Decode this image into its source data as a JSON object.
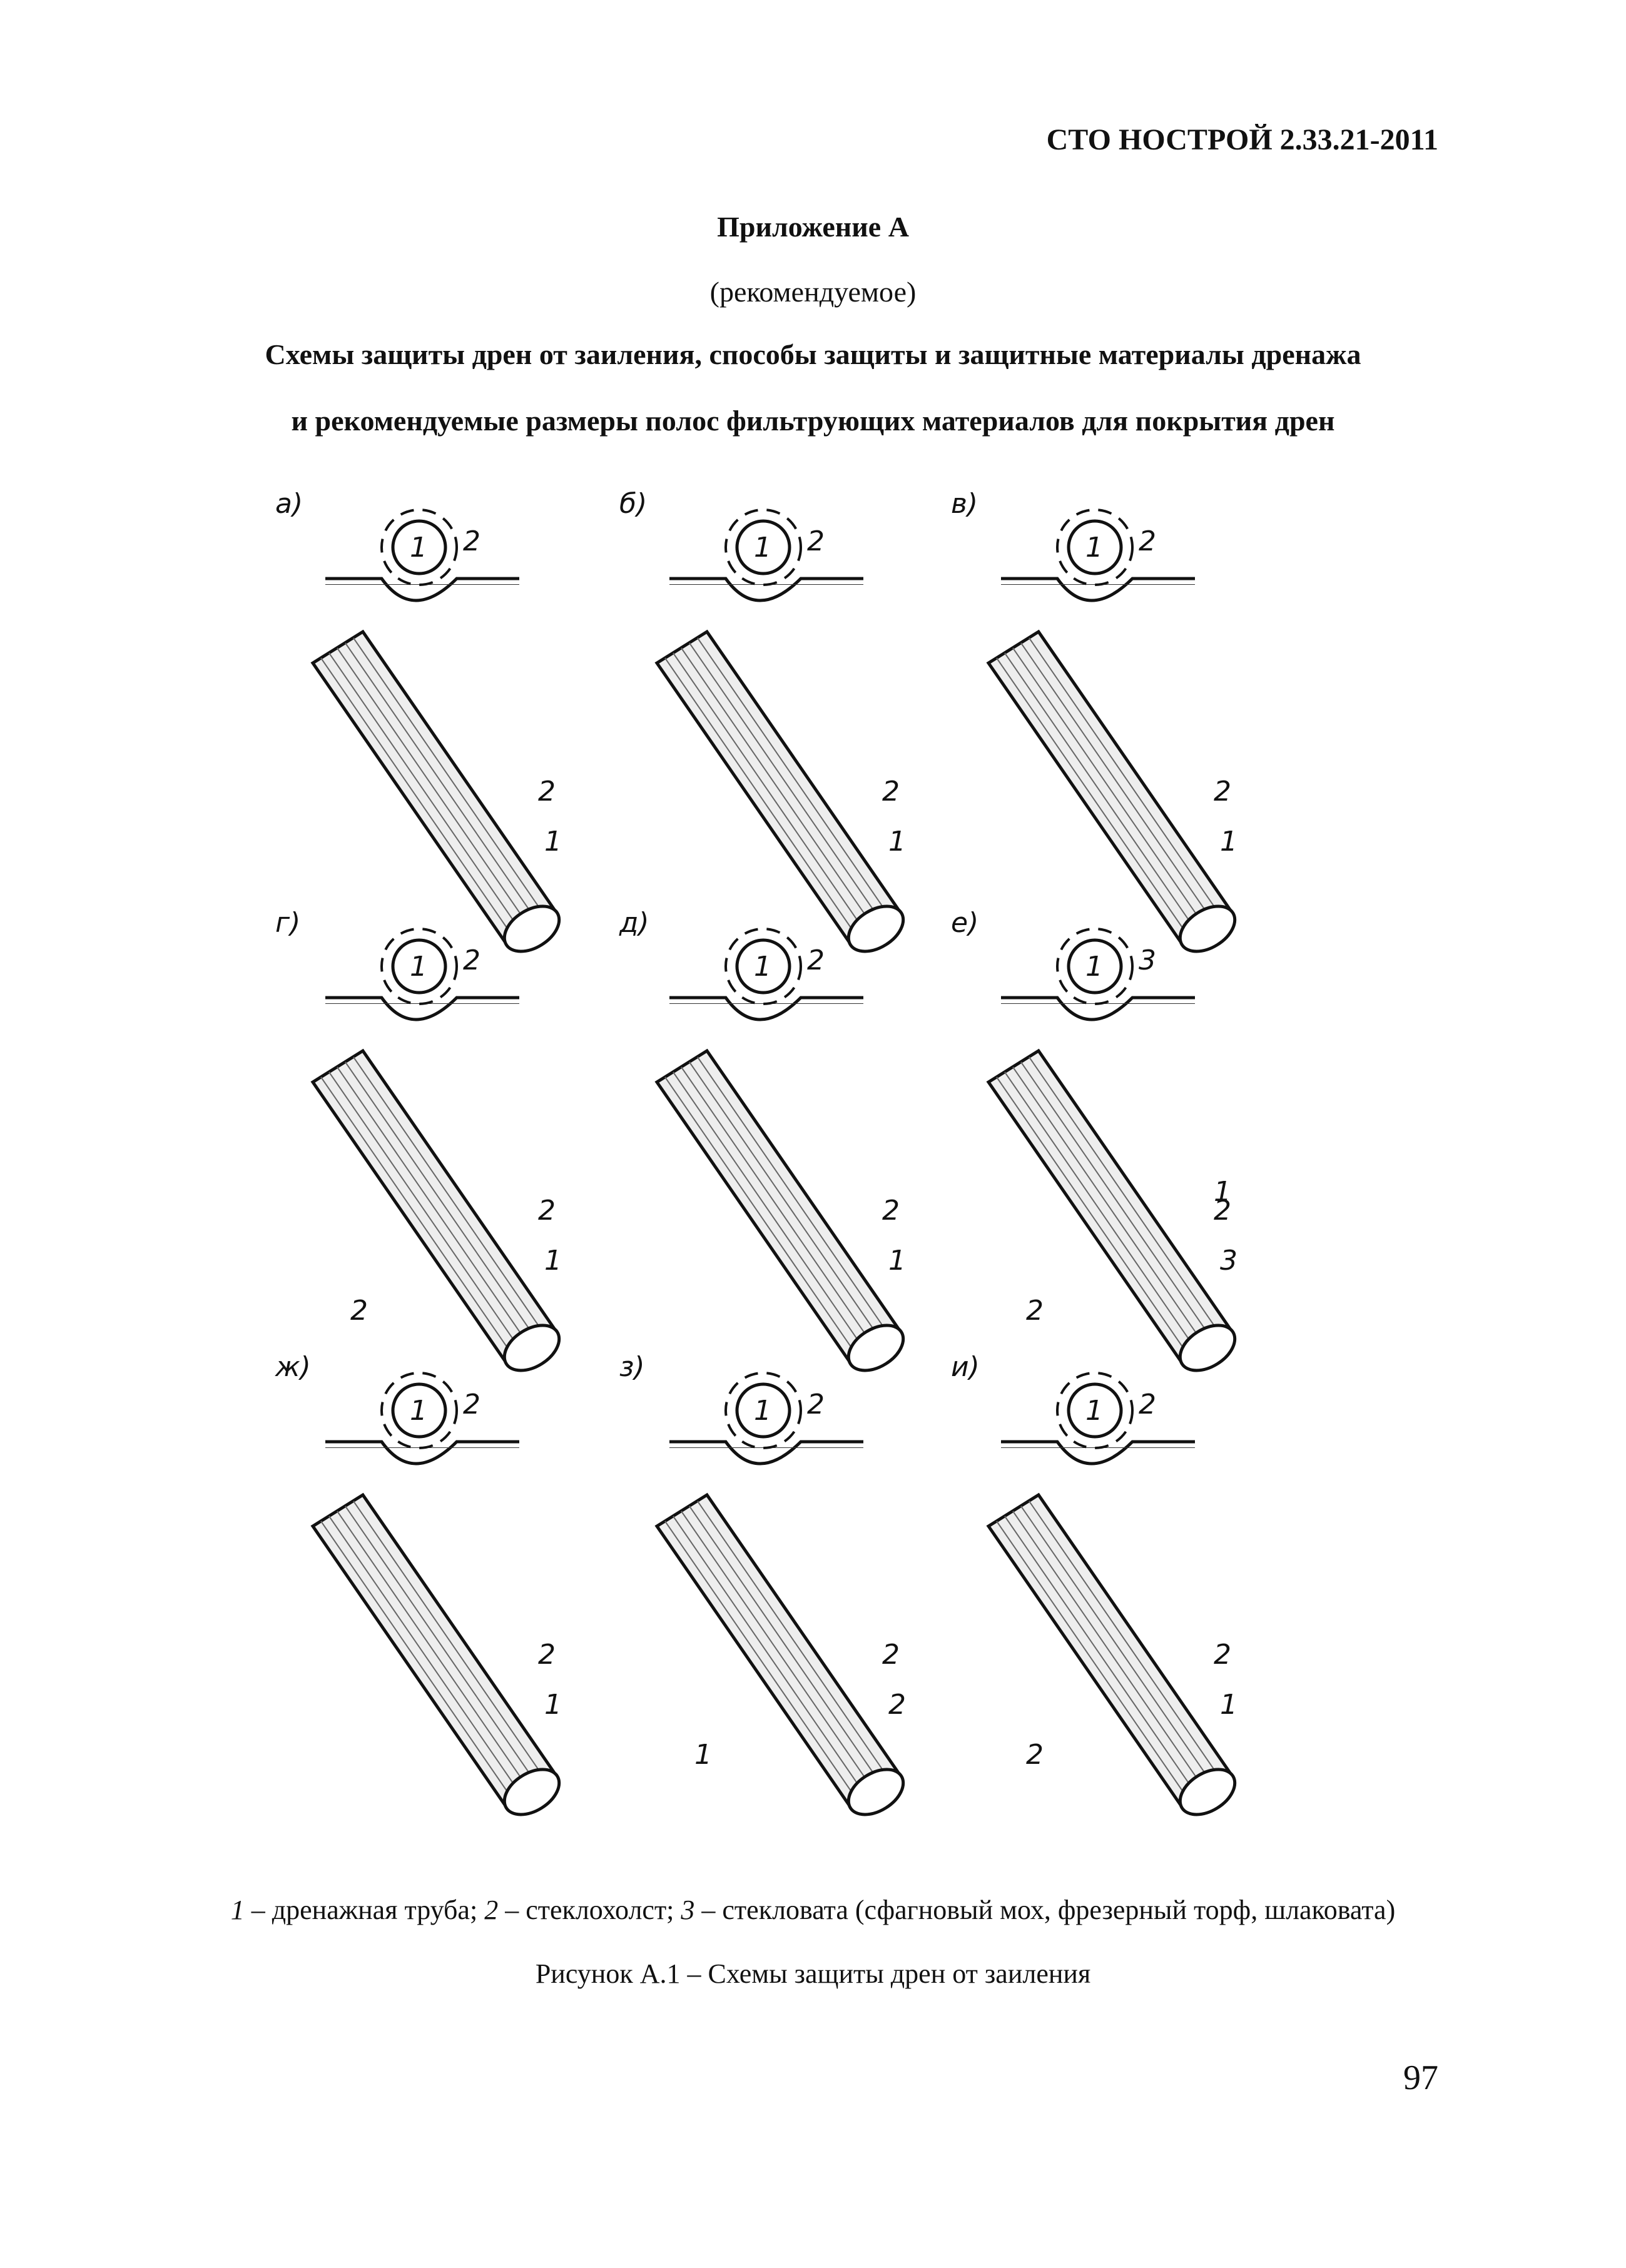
{
  "header": {
    "doc_code": "СТО НОСТРОЙ 2.33.21-2011"
  },
  "appendix": {
    "title": "Приложение А",
    "note": "(рекомендуемое)",
    "heading_line1": "Схемы защиты дрен от заиления, способы защиты и защитные материалы дренажа",
    "heading_line2": "и рекомендуемые размеры полос фильтрующих материалов для покрытия дрен"
  },
  "figure": {
    "panels": [
      {
        "letter": "а)",
        "labels": [
          "1",
          "2",
          "2",
          "1"
        ]
      },
      {
        "letter": "б)",
        "labels": [
          "1",
          "2",
          "2",
          "1"
        ]
      },
      {
        "letter": "в)",
        "labels": [
          "1",
          "2",
          "2",
          "1"
        ]
      },
      {
        "letter": "г)",
        "labels": [
          "1",
          "2",
          "2",
          "1",
          "2"
        ]
      },
      {
        "letter": "д)",
        "labels": [
          "1",
          "2",
          "2",
          "1"
        ]
      },
      {
        "letter": "е)",
        "labels": [
          "1",
          "3",
          "2",
          "3",
          "2",
          "1"
        ]
      },
      {
        "letter": "ж)",
        "labels": [
          "1",
          "2",
          "2",
          "1"
        ]
      },
      {
        "letter": "з)",
        "labels": [
          "1",
          "2",
          "2",
          "2",
          "1"
        ]
      },
      {
        "letter": "и)",
        "labels": [
          "1",
          "2",
          "2",
          "1",
          "2"
        ]
      }
    ],
    "legend": {
      "n1": "1",
      "t1": " – дренажная труба; ",
      "n2": "2",
      "t2": " – стеклохолст; ",
      "n3": "3",
      "t3": " – стекловата (сфагновый мох, фрезерный торф, шлаковата)"
    },
    "caption": "Рисунок А.1 – Схемы защиты дрен от заиления"
  },
  "page_number": "97"
}
